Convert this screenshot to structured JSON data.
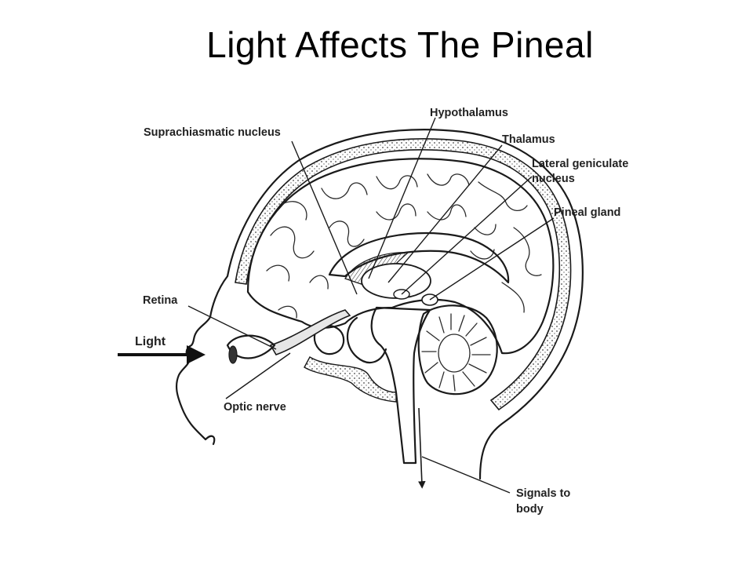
{
  "title": "Light Affects The Pineal",
  "labels": {
    "suprachiasmatic": "Suprachiasmatic nucleus",
    "hypothalamus": "Hypothalamus",
    "thalamus": "Thalamus",
    "lgn_line1": "Lateral geniculate",
    "lgn_line2": "nucleus",
    "pineal": "Pineal gland",
    "retina": "Retina",
    "light": "Light",
    "optic_nerve": "Optic nerve",
    "signals_line1": "Signals to",
    "signals_line2": "body"
  },
  "colors": {
    "ink": "#1a1a1a",
    "text": "#222222",
    "background": "#ffffff"
  }
}
